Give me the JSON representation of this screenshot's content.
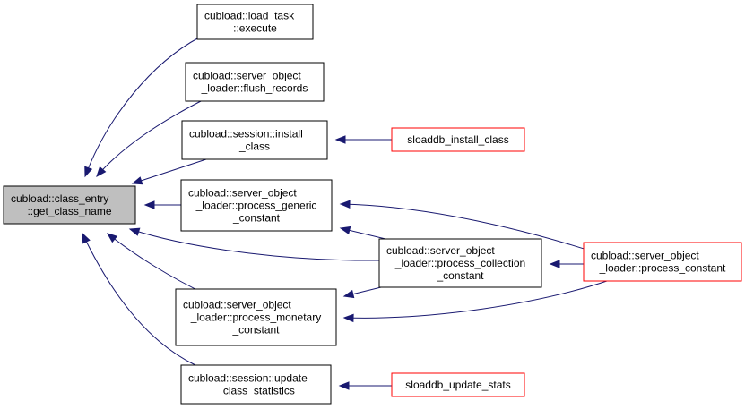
{
  "colors": {
    "edge": "#191970",
    "root_fill": "#bfbfbf",
    "node_border": "#000000",
    "external_border": "#ff0000",
    "background": "#ffffff"
  },
  "nodes": [
    {
      "id": "get_class_name",
      "lines": [
        "cubload::class_entry",
        "::get_class_name"
      ],
      "kind": "root",
      "icon": "none"
    },
    {
      "id": "load_task_execute",
      "lines": [
        "cubload::load_task",
        "::execute"
      ],
      "kind": "normal"
    },
    {
      "id": "flush_records",
      "lines": [
        "cubload::server_object",
        "_loader::flush_records"
      ],
      "kind": "normal"
    },
    {
      "id": "session_install_class",
      "lines": [
        "cubload::session::install",
        "_class"
      ],
      "kind": "normal"
    },
    {
      "id": "process_generic_constant",
      "lines": [
        "cubload::server_object",
        "_loader::process_generic",
        "_constant"
      ],
      "kind": "normal"
    },
    {
      "id": "process_collection_constant",
      "lines": [
        "cubload::server_object",
        "_loader::process_collection",
        "_constant"
      ],
      "kind": "normal"
    },
    {
      "id": "process_monetary_constant",
      "lines": [
        "cubload::server_object",
        "_loader::process_monetary",
        "_constant"
      ],
      "kind": "normal"
    },
    {
      "id": "update_class_statistics",
      "lines": [
        "cubload::session::update",
        "_class_statistics"
      ],
      "kind": "normal"
    },
    {
      "id": "sloaddb_install_class",
      "lines": [
        "sloaddb_install_class"
      ],
      "kind": "external"
    },
    {
      "id": "process_constant",
      "lines": [
        "cubload::server_object",
        "_loader::process_constant"
      ],
      "kind": "external"
    },
    {
      "id": "sloaddb_update_stats",
      "lines": [
        "sloaddb_update_stats"
      ],
      "kind": "external"
    }
  ],
  "edges": [
    {
      "from": "load_task_execute",
      "to": "get_class_name"
    },
    {
      "from": "flush_records",
      "to": "get_class_name"
    },
    {
      "from": "session_install_class",
      "to": "get_class_name"
    },
    {
      "from": "process_generic_constant",
      "to": "get_class_name"
    },
    {
      "from": "process_collection_constant",
      "to": "get_class_name"
    },
    {
      "from": "process_monetary_constant",
      "to": "get_class_name"
    },
    {
      "from": "update_class_statistics",
      "to": "get_class_name"
    },
    {
      "from": "sloaddb_install_class",
      "to": "session_install_class"
    },
    {
      "from": "process_collection_constant",
      "to": "process_generic_constant"
    },
    {
      "from": "process_constant",
      "to": "process_generic_constant"
    },
    {
      "from": "process_constant",
      "to": "process_collection_constant"
    },
    {
      "from": "process_collection_constant",
      "to": "process_monetary_constant"
    },
    {
      "from": "process_constant",
      "to": "process_monetary_constant"
    },
    {
      "from": "sloaddb_update_stats",
      "to": "update_class_statistics"
    }
  ]
}
